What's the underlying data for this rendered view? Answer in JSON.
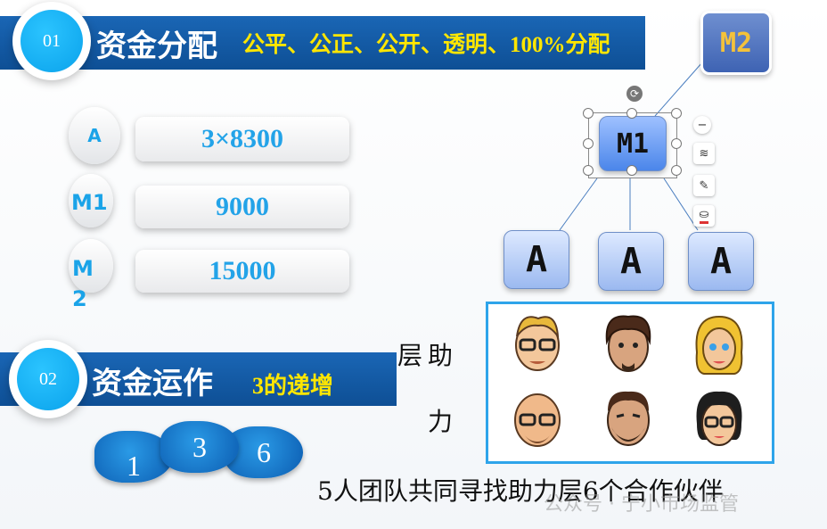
{
  "section1": {
    "number": "01",
    "title": "资金分配",
    "subtitle": "公平、公正、公开、透明、100%分配",
    "rows": [
      {
        "label": "A",
        "value": "3×8300"
      },
      {
        "label": "M1",
        "value": "9000"
      },
      {
        "label": "M2",
        "value": "15000"
      }
    ]
  },
  "section2": {
    "number": "02",
    "title": "资金运作",
    "subtitle": "3的递增",
    "steps": [
      "1",
      "3",
      "6"
    ]
  },
  "tree": {
    "top": "M2",
    "middle": "M1",
    "leaves": [
      "A",
      "A",
      "A"
    ]
  },
  "helper_label": "层助力",
  "avatar_icons": [
    "glasses-blond-man-icon",
    "curly-hair-man-icon",
    "blonde-woman-icon",
    "bald-bearded-man-icon",
    "bearded-man-icon",
    "dark-hair-woman-glasses-icon"
  ],
  "caption": "5人团队共同寻找助力层6个合作伙伴",
  "watermark": "公众号 · 宁小市场监管",
  "colors": {
    "banner": "#1a66b5",
    "accent": "#23a3e8",
    "yellow": "#ffe600",
    "frame": "#2ea4ea"
  }
}
